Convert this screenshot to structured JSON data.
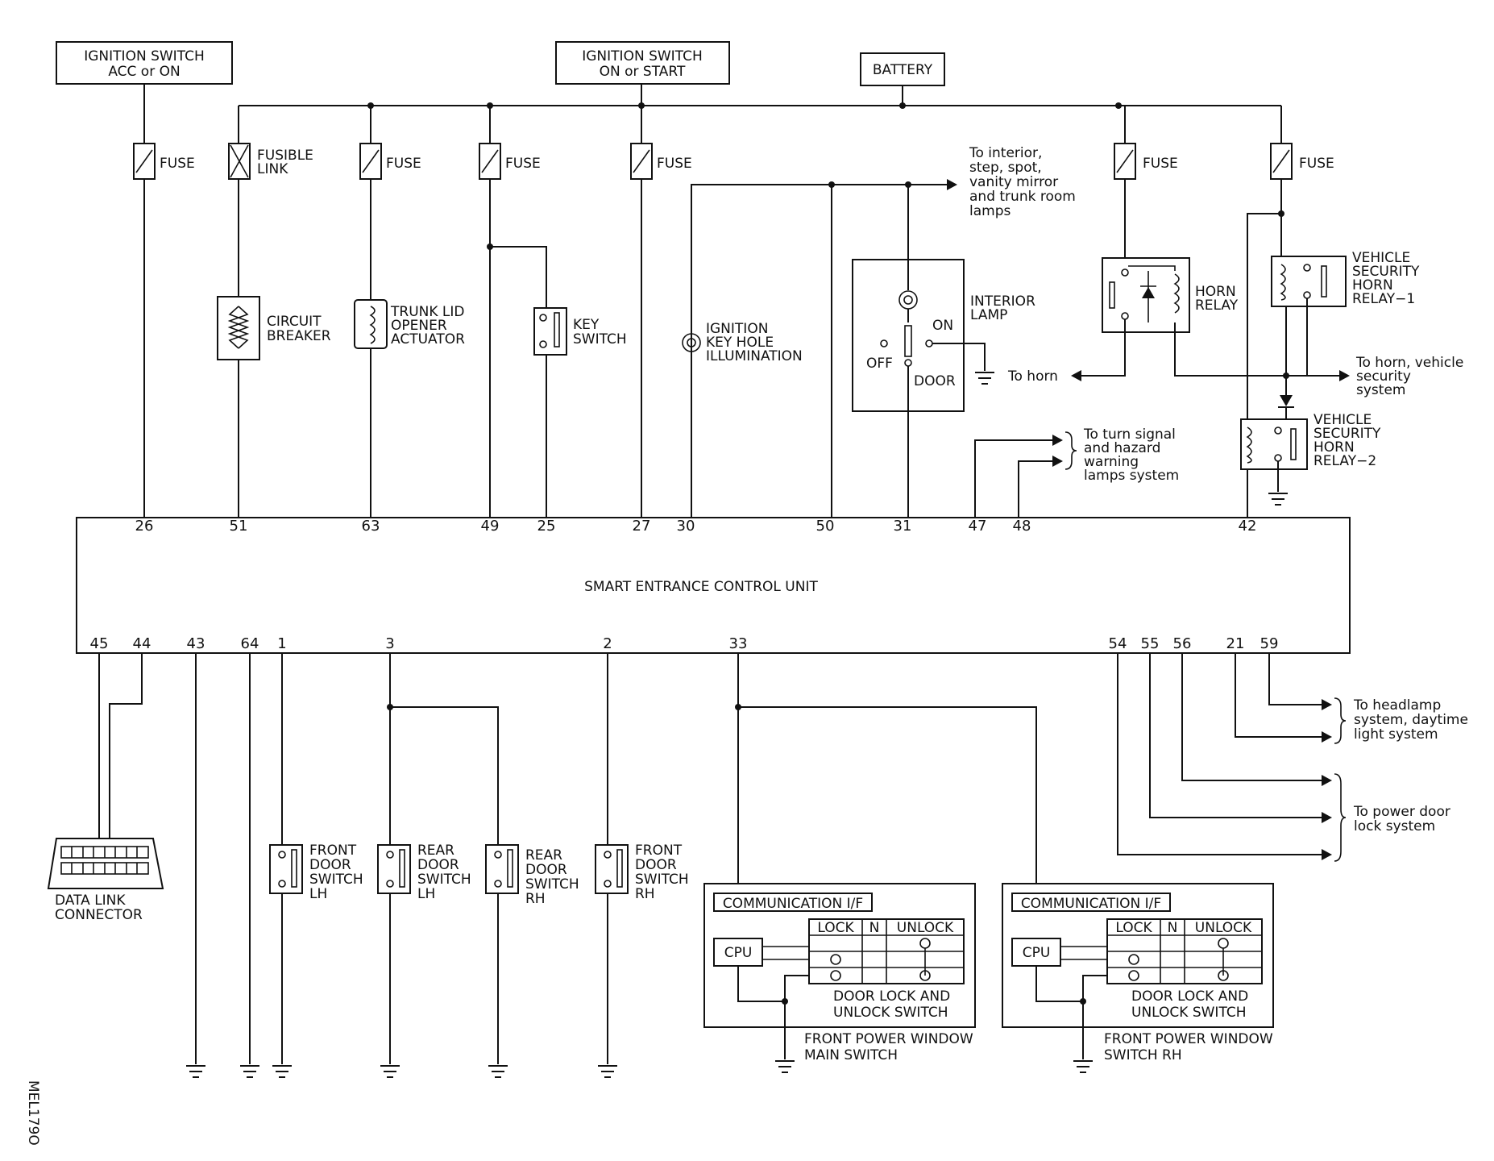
{
  "power": {
    "ign_acc": [
      "IGNITION SWITCH",
      "ACC or ON"
    ],
    "ign_on": [
      "IGNITION SWITCH",
      "ON or START"
    ],
    "battery": "BATTERY"
  },
  "fuse": "FUSE",
  "fusible_link": [
    "FUSIBLE",
    "LINK"
  ],
  "components": {
    "circuit_breaker": [
      "CIRCUIT",
      "BREAKER"
    ],
    "trunk_actuator": [
      "TRUNK LID",
      "OPENER",
      "ACTUATOR"
    ],
    "key_switch": [
      "KEY",
      "SWITCH"
    ],
    "ignition_illum": [
      "IGNITION",
      "KEY HOLE",
      "ILLUMINATION"
    ],
    "interior_lamp": [
      "INTERIOR",
      "LAMP"
    ],
    "lamp_on": "ON",
    "lamp_off": "OFF",
    "lamp_door": "DOOR",
    "horn_relay": [
      "HORN",
      "RELAY"
    ],
    "vs_relay1": [
      "VEHICLE",
      "SECURITY",
      "HORN",
      "RELAY−1"
    ],
    "vs_relay2": [
      "VEHICLE",
      "SECURITY",
      "HORN",
      "RELAY−2"
    ]
  },
  "notes": {
    "interior": [
      "To interior,",
      "step, spot,",
      "vanity mirror",
      "and trunk room",
      "lamps"
    ],
    "horn": "To horn",
    "horn_vs": [
      "To horn, vehicle",
      "security",
      "system"
    ],
    "turn": [
      "To turn signal",
      "and hazard",
      "warning",
      "lamps system"
    ],
    "headlamp": [
      "To headlamp",
      "system, daytime",
      "light system"
    ],
    "pdl": [
      "To power door",
      "lock system"
    ]
  },
  "unit": {
    "title": "SMART ENTRANCE CONTROL UNIT",
    "top_pins": [
      "26",
      "51",
      "63",
      "49",
      "25",
      "27",
      "30",
      "50",
      "31",
      "47",
      "48",
      "42"
    ],
    "bottom_pins": [
      "45",
      "44",
      "43",
      "64",
      "1",
      "3",
      "2",
      "33",
      "54",
      "55",
      "56",
      "21",
      "59"
    ]
  },
  "lower": {
    "dlc": [
      "DATA LINK",
      "CONNECTOR"
    ],
    "fdsw_lh": [
      "FRONT",
      "DOOR",
      "SWITCH",
      "LH"
    ],
    "rdsw_lh": [
      "REAR",
      "DOOR",
      "SWITCH",
      "LH"
    ],
    "rdsw_rh": [
      "REAR",
      "DOOR",
      "SWITCH",
      "RH"
    ],
    "fdsw_rh": [
      "FRONT",
      "DOOR",
      "SWITCH",
      "RH"
    ],
    "comm_if": "COMMUNICATION I/F",
    "cpu": "CPU",
    "lock": "LOCK",
    "n": "N",
    "unlock": "UNLOCK",
    "dlus": [
      "DOOR LOCK AND",
      "UNLOCK SWITCH"
    ],
    "pw_main": [
      "FRONT POWER WINDOW",
      "MAIN SWITCH"
    ],
    "pw_rh": [
      "FRONT POWER WINDOW",
      "SWITCH RH"
    ]
  },
  "figure_code": "MEL179O"
}
